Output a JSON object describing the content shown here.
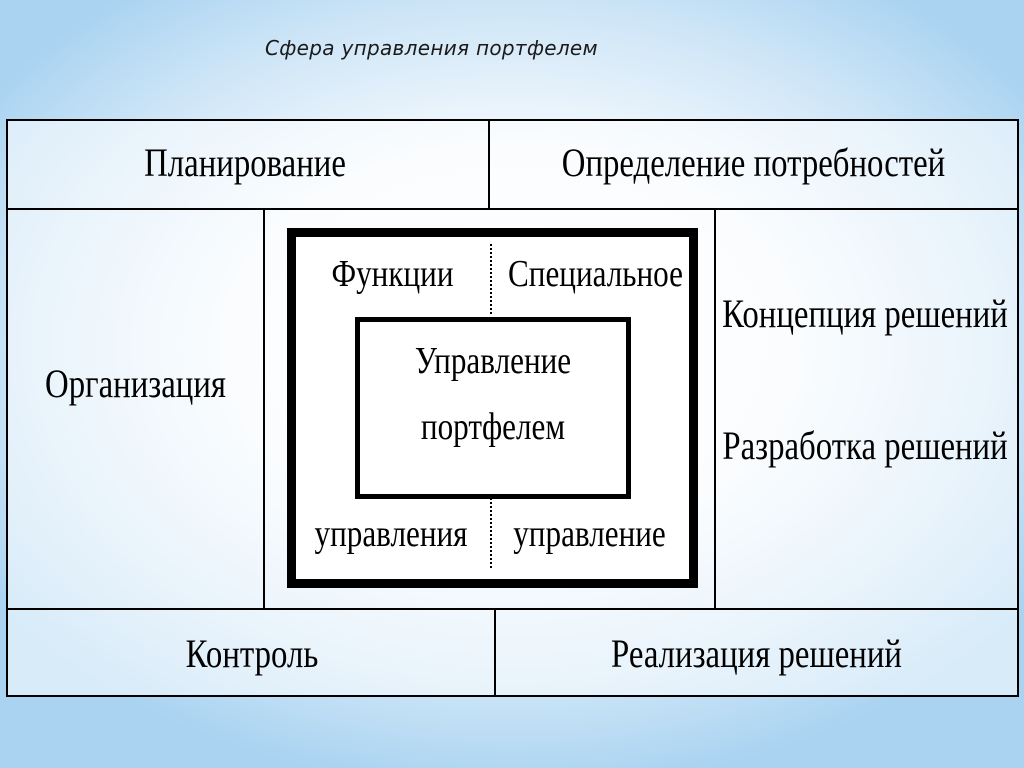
{
  "title": "Сфера управления портфелем",
  "cells": {
    "top_left": "Планирование",
    "top_right": "Определение потребностей",
    "middle_left": "Организация",
    "right_1": "Концепция решений",
    "right_2": "Разработка решений",
    "bottom_left": "Контроль",
    "bottom_right": "Реализация решений"
  },
  "center": {
    "top_left": "Функции",
    "top_right": "Специальное",
    "bottom_left": "управления",
    "bottom_right": "управление",
    "core_line1": "Управление",
    "core_line2": "портфелем"
  }
}
